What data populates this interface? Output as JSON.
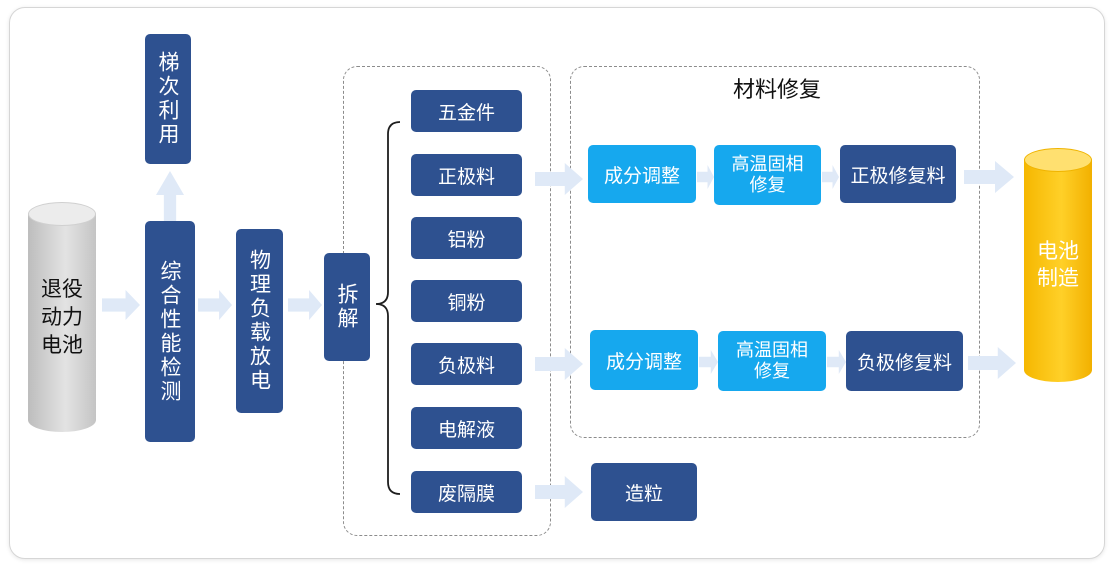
{
  "diagram": {
    "retired_battery": "退役\n动力\n电池",
    "cascade_use": "梯次利用",
    "performance_test": "综合性能检测",
    "discharge": "物理负载放电",
    "disassembly": "拆解",
    "components": [
      "五金件",
      "正极料",
      "铝粉",
      "铜粉",
      "负极料",
      "电解液",
      "废隔膜"
    ],
    "repair_section_title": "材料修复",
    "cathode_flow": [
      "成分调整",
      "高温固相\n修复",
      "正极修复料"
    ],
    "anode_flow": [
      "成分调整",
      "高温固相\n修复",
      "负极修复料"
    ],
    "granulation": "造粒",
    "battery_manufacturing": "电池\n制造"
  },
  "colors": {
    "navy": "#2e5190",
    "cyan": "#16a8ee",
    "gold": "#ffc000",
    "gray": "#cfcfcf",
    "arrow": "#dfe9f7"
  }
}
